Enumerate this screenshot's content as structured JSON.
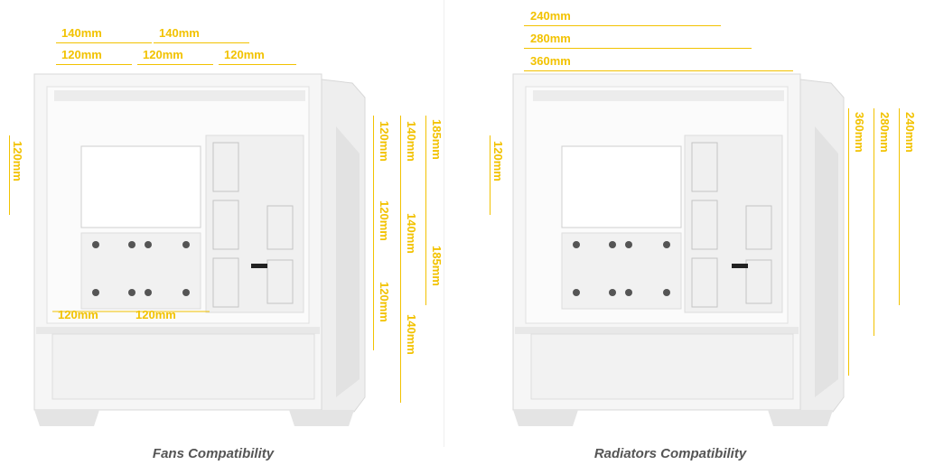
{
  "fans": {
    "caption": "Fans Compatibility",
    "top_row1": [
      "140mm",
      "140mm"
    ],
    "top_row2": [
      "120mm",
      "120mm",
      "120mm"
    ],
    "rear": "120mm",
    "front_col1": [
      "120mm",
      "120mm",
      "120mm"
    ],
    "front_col2": [
      "140mm",
      "140mm",
      "140mm"
    ],
    "front_col3": [
      "185mm",
      "185mm"
    ],
    "bottom": [
      "120mm",
      "120mm"
    ]
  },
  "radiators": {
    "caption": "Radiators Compatibility",
    "top": [
      "240mm",
      "280mm",
      "360mm"
    ],
    "rear": "120mm",
    "front": [
      "360mm",
      "280mm",
      "240mm"
    ]
  },
  "colors": {
    "accent": "#f2c200",
    "case": "#f4f4f4",
    "caption": "#555555"
  }
}
